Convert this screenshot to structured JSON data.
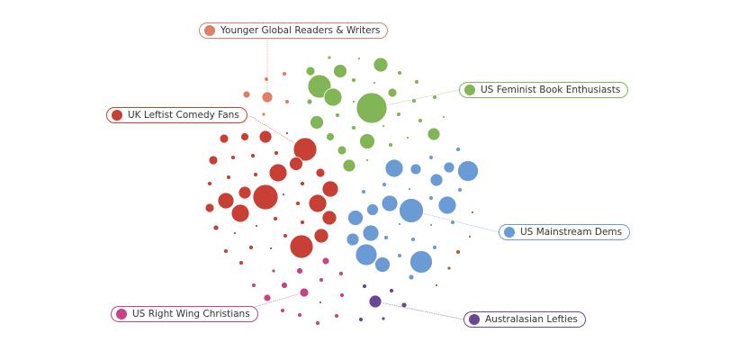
{
  "clusters": [
    {
      "id": "younger",
      "label": "Younger Global Readers & Writers",
      "color": "#e07f67"
    },
    {
      "id": "uk",
      "label": "UK Leftist Comedy Fans",
      "color": "#c84034"
    },
    {
      "id": "feminist",
      "label": "US Feminist Book Enthusiasts",
      "color": "#82b556"
    },
    {
      "id": "dems",
      "label": "US Mainstream Dems",
      "color": "#6a9bd4"
    },
    {
      "id": "christians",
      "label": "US Right Wing Christians",
      "color": "#c74385"
    },
    {
      "id": "aus",
      "label": "Australasian Lefties",
      "color": "#6a4693"
    },
    {
      "id": "other",
      "color": "#a0662b"
    }
  ]
}
